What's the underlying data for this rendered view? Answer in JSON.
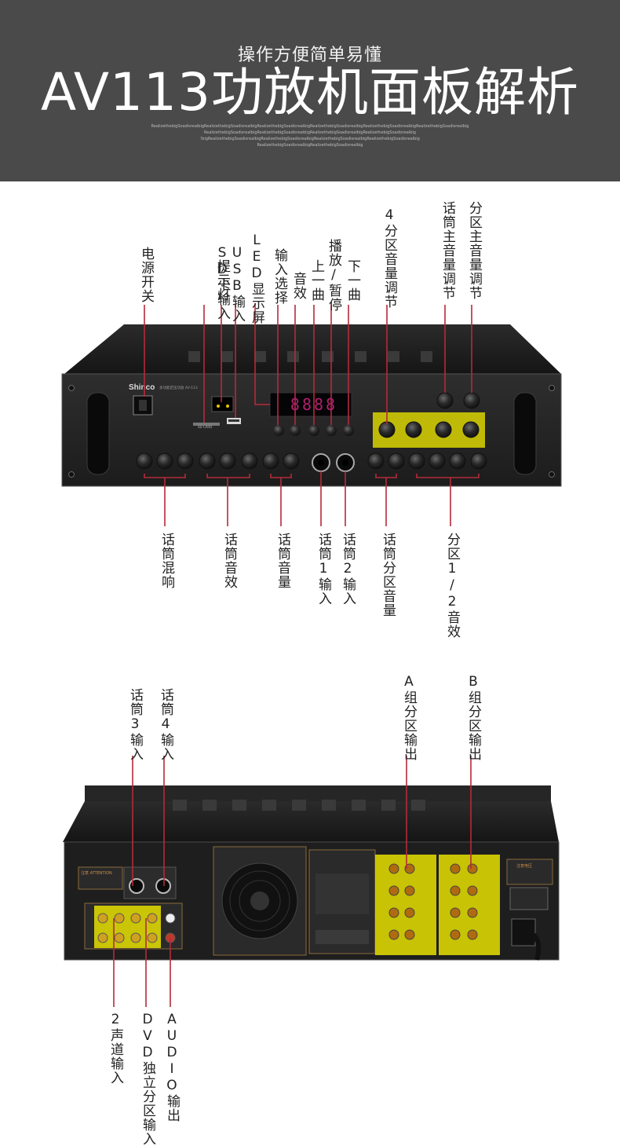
{
  "header": {
    "subtitle": "操作方便简单易懂",
    "title": "AV113功放机面板解析",
    "tagline_lines": [
      "RealizethebigSoadisrealbigRealizethebigSoadisrealbigRealizethebigSoadisrealbigRealizethebigSoadisrealbigRealizethebigSoadisrealbigRealizethebigSoadisrealbig",
      "RealizethebigSoadisrealbigRealizethebigSoadisrealbigRealizethebigSoadisrealbigRealizethebigSoadisrealbig",
      "!bigRealizethebigSoadisrealbigRealizethebigSoadisrealbigRealizethebigSoadisrealbigRealizethebigSoadisrealbig",
      "RealizethebigSoadisrealbigRealizethebigSoadisrealbig"
    ]
  },
  "front_panel": {
    "brand": "Shinco",
    "model": "多功能定压功放 AV-113",
    "display": "8888",
    "sd_card_label": "SD CARD",
    "top_labels": {
      "power_switch": "电源开关",
      "sd_input": "SD卡输入",
      "indicator_light": "提示灯",
      "usb_input": "USB输入",
      "led_display": "LED显示屏",
      "input_select": "输入选择",
      "sound_effect": "音效",
      "prev_track": "上一曲",
      "play_pause": "播放/暂停",
      "next_track": "下一曲",
      "zone4_volume": "4分区音量调节",
      "mic_master_volume": "话筒主音量调节",
      "zone_master_volume": "分区主音量调节"
    },
    "bottom_labels": {
      "mic_reverb": "话筒混响",
      "mic_effect": "话筒音效",
      "mic_volume": "话筒音量",
      "mic1_input": "话筒1输入",
      "mic2_input": "话筒2输入",
      "mic_zone_volume": "话筒分区音量",
      "zone12_effect": "分区1/2音效"
    }
  },
  "rear_panel": {
    "attention": "注意 ATTENTION",
    "power_notice": "注意电压",
    "labels": {
      "mic3_input": "话筒3输入",
      "mic4_input": "话筒4输入",
      "group_a_output": "A组分区输出",
      "group_b_output": "B组分区输出",
      "stereo_input": "2声道输入",
      "dvd_zone_input": "DVD独立分区输入",
      "audio_output": "AUDIO输出"
    }
  },
  "colors": {
    "header_bg": "#4a4a4a",
    "leader_line": "#b52a3a",
    "highlight": "#e6e000"
  }
}
